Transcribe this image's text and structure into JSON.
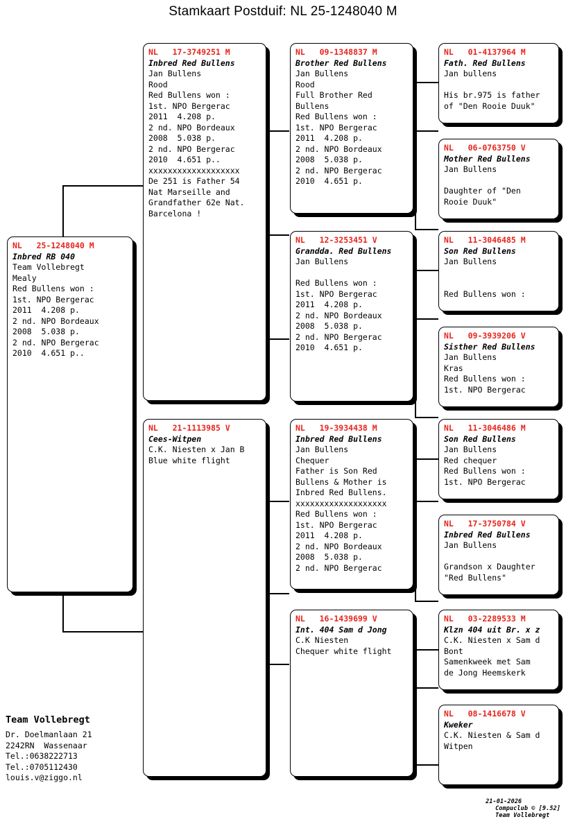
{
  "header": {
    "title": "Stamkaart Postduif: NL  25-1248040 M"
  },
  "subject": {
    "ring": "NL   25-1248040 M",
    "name": "Inbred RB 040",
    "lines": [
      "Team Vollebregt",
      "Mealy",
      "Red Bullens won :",
      "1st. NPO Bergerac",
      "2011  4.208 p.",
      "2 nd. NPO Bordeaux",
      "2008  5.038 p.",
      "2 nd. NPO Bergerac",
      "2010  4.651 p.."
    ]
  },
  "gen1": [
    {
      "ring": "NL   17-3749251 M",
      "name": "Inbred Red Bullens",
      "lines": [
        "Jan Bullens",
        "Rood",
        "Red Bullens won :",
        "1st. NPO Bergerac",
        "2011  4.208 p.",
        "2 nd. NPO Bordeaux",
        "2008  5.038 p.",
        "2 nd. NPO Bergerac",
        "2010  4.651 p..",
        "xxxxxxxxxxxxxxxxxxx",
        "De 251 is Father 54",
        "Nat Marseille and",
        "Grandfather 62e Nat.",
        "Barcelona !"
      ]
    },
    {
      "ring": "NL   21-1113985 V",
      "name": "Cees-Witpen",
      "lines": [
        "C.K. Niesten x Jan B",
        "Blue white flight"
      ]
    }
  ],
  "gen2": [
    {
      "ring": "NL   09-1348837 M",
      "name": "Brother Red Bullens",
      "lines": [
        "Jan Bullens",
        "Rood",
        "Full Brother Red",
        "Bullens",
        "Red Bullens won :",
        "1st. NPO Bergerac",
        "2011  4.208 p.",
        "2 nd. NPO Bordeaux",
        "2008  5.038 p.",
        "2 nd. NPO Bergerac",
        "2010  4.651 p."
      ]
    },
    {
      "ring": "NL   12-3253451 V",
      "name": "Grandda. Red Bullens",
      "lines": [
        "Jan Bullens",
        "",
        "Red Bullens won :",
        "1st. NPO Bergerac",
        "2011  4.208 p.",
        "2 nd. NPO Bordeaux",
        "2008  5.038 p.",
        "2 nd. NPO Bergerac",
        "2010  4.651 p."
      ]
    },
    {
      "ring": "NL   19-3934438 M",
      "name": "Inbred Red Bullens",
      "lines": [
        "Jan Bullens",
        "Chequer",
        "Father is Son Red",
        "Bullens & Mother is",
        "Inbred Red Bullens.",
        "xxxxxxxxxxxxxxxxxxx",
        "Red Bullens won :",
        "1st. NPO Bergerac",
        "2011  4.208 p.",
        "2 nd. NPO Bordeaux",
        "2008  5.038 p.",
        "2 nd. NPO Bergerac"
      ]
    },
    {
      "ring": "NL   16-1439699 V",
      "name": "Int. 404 Sam d Jong",
      "lines": [
        "C.K Niesten",
        "Chequer white flight"
      ]
    }
  ],
  "gen3": [
    {
      "ring": "NL   01-4137964 M",
      "name": "Fath. Red Bullens",
      "lines": [
        "Jan bullens",
        "",
        "His br.975 is father",
        "of \"Den Rooie Duuk\""
      ]
    },
    {
      "ring": "NL   06-0763750 V",
      "name": "Mother Red Bullens",
      "lines": [
        "Jan Bullens",
        "",
        "Daughter of \"Den",
        "Rooie Duuk\""
      ]
    },
    {
      "ring": "NL   11-3046485 M",
      "name": "Son Red Bullens",
      "lines": [
        "Jan Bullens",
        "",
        "",
        "Red Bullens won :"
      ]
    },
    {
      "ring": "NL   09-3939206 V",
      "name": "Sisther Red Bullens",
      "lines": [
        "Jan Bullens",
        "Kras",
        "Red Bullens won :",
        "1st. NPO Bergerac"
      ]
    },
    {
      "ring": "NL   11-3046486 M",
      "name": "Son Red Bullens",
      "lines": [
        "Jan Bullens",
        "Red chequer",
        "Red Bullens won :",
        "1st. NPO Bergerac"
      ]
    },
    {
      "ring": "NL   17-3750784 V",
      "name": "Inbred Red Bullens",
      "lines": [
        "Jan Bullens",
        "",
        "Grandson x Daughter",
        "\"Red Bullens\""
      ]
    },
    {
      "ring": "NL   03-2289533 M",
      "name": "Klzn 404 uit Br. x z",
      "lines": [
        "C.K. Niesten x Sam d",
        "Bont",
        "Samenkweek met Sam",
        "de Jong Heemskerk"
      ]
    },
    {
      "ring": "NL   08-1416678 V",
      "name": "Kweker",
      "lines": [
        "C.K. Niesten & Sam d",
        "Witpen"
      ]
    }
  ],
  "owner": {
    "name": "Team Vollebregt",
    "lines": [
      "Dr. Doelmanlaan 21",
      "2242RN  Wassenaar",
      "Tel.:0638222713",
      "Tel.:0705112430",
      "louis.v@ziggo.nl"
    ]
  },
  "credit": {
    "date": "21-01-2026",
    "software": "Compuclub © [9.52]",
    "team": "Team Vollebregt"
  },
  "colors": {
    "ring_red": "#e8241c",
    "ink": "#000000",
    "paper": "#ffffff"
  }
}
